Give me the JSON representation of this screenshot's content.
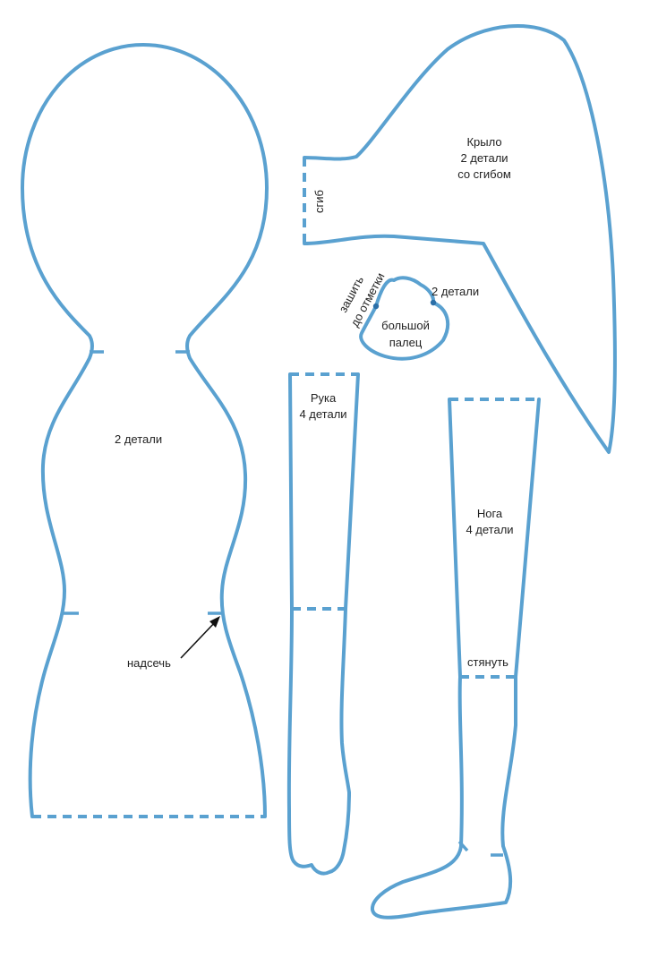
{
  "colors": {
    "outline": "#5aa1d0",
    "text": "#222222",
    "background": "#ffffff"
  },
  "body_piece": {
    "count": "2 детали",
    "notch": "надсечь"
  },
  "wing_piece": {
    "name": "Крыло",
    "count": "2 детали",
    "fold_note": "со сгибом",
    "fold_label": "сгиб"
  },
  "thumb_piece": {
    "count": "2 детали",
    "sew_note_1": "зашить",
    "sew_note_2": "до отметки",
    "name_1": "большой",
    "name_2": "палец"
  },
  "arm_piece": {
    "name": "Рука",
    "count": "4 детали"
  },
  "leg_piece": {
    "name": "Нога",
    "count": "4 детали",
    "gather": "стянуть"
  }
}
